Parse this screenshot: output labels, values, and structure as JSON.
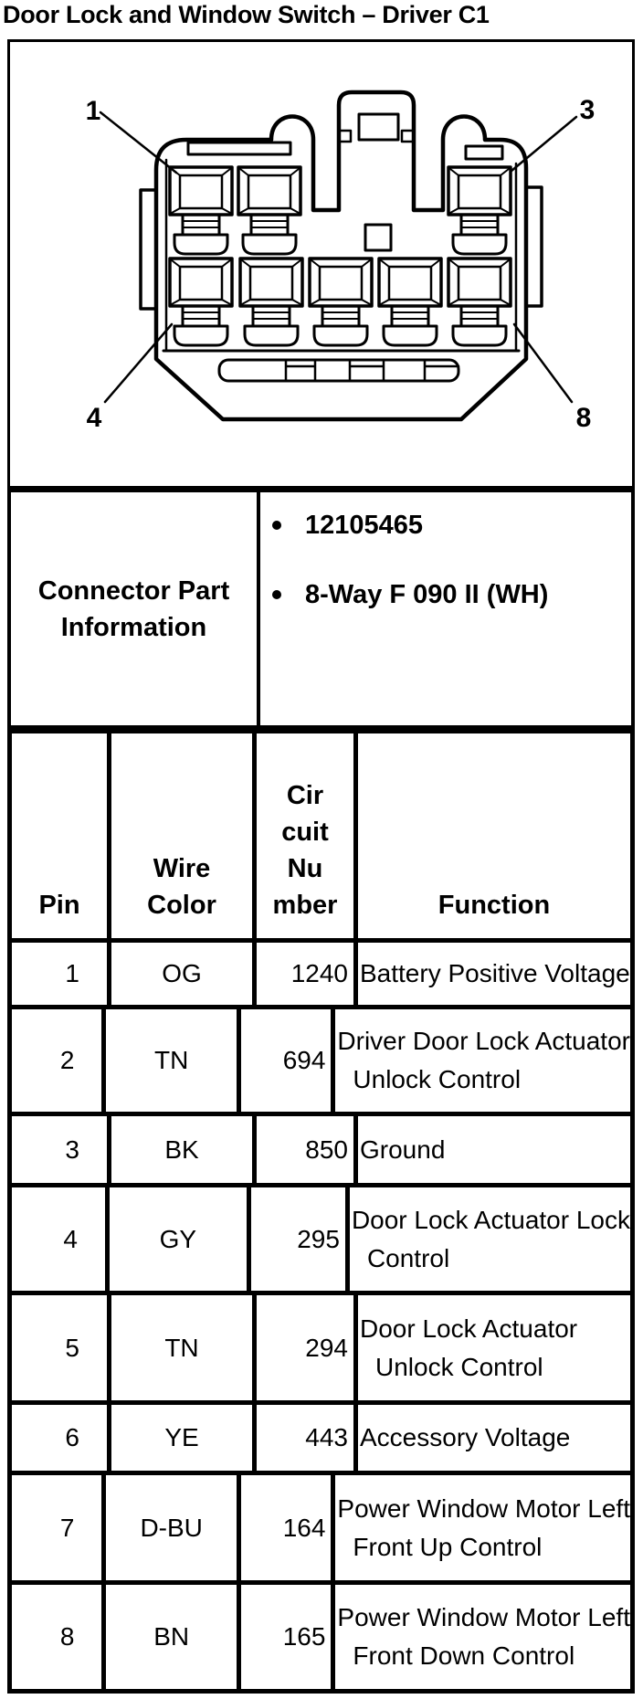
{
  "title": "Door Lock and Window Switch – Driver C1",
  "diagram": {
    "labels": [
      "1",
      "3",
      "4",
      "8"
    ]
  },
  "part_info": {
    "header_lines": [
      "Connector Part",
      "Information"
    ],
    "items": [
      "12105465",
      "8-Way F 090 II (WH)"
    ]
  },
  "pin_table": {
    "headers": {
      "pin": "Pin",
      "wire_color_lines": [
        "Wire",
        "Color"
      ],
      "circuit_lines": [
        "Cir",
        "cuit",
        "Nu",
        "mber"
      ],
      "function": "Function"
    },
    "rows": [
      {
        "pin": "1",
        "wire_color": "OG",
        "circuit": "1240",
        "function_lines": [
          "Battery Positive Voltage"
        ]
      },
      {
        "pin": "2",
        "wire_color": "TN",
        "circuit": "694",
        "function_lines": [
          "Driver Door Lock Actuator",
          "Unlock Control"
        ]
      },
      {
        "pin": "3",
        "wire_color": "BK",
        "circuit": "850",
        "function_lines": [
          "Ground"
        ]
      },
      {
        "pin": "4",
        "wire_color": "GY",
        "circuit": "295",
        "function_lines": [
          "Door Lock Actuator Lock",
          "Control"
        ]
      },
      {
        "pin": "5",
        "wire_color": "TN",
        "circuit": "294",
        "function_lines": [
          "Door Lock Actuator",
          "Unlock Control"
        ]
      },
      {
        "pin": "6",
        "wire_color": "YE",
        "circuit": "443",
        "function_lines": [
          "Accessory Voltage"
        ]
      },
      {
        "pin": "7",
        "wire_color": "D-BU",
        "circuit": "164",
        "function_lines": [
          "Power Window Motor Left",
          "Front Up Control"
        ]
      },
      {
        "pin": "8",
        "wire_color": "BN",
        "circuit": "165",
        "function_lines": [
          "Power Window Motor Left",
          "Front Down Control"
        ]
      }
    ]
  }
}
